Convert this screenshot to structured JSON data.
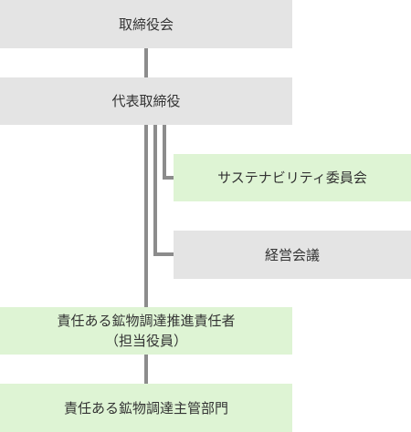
{
  "org_chart": {
    "board": "取締役会",
    "president": "代表取締役",
    "sustainability_committee": "サステナビリティ委員会",
    "management_meeting": "経営会議",
    "responsible_officer_line1": "責任ある鉱物調達推進責任者",
    "responsible_officer_line2": "（担当役員）",
    "responsible_department": "責任ある鉱物調達主管部門"
  },
  "colors": {
    "executive_box": "#e4e4e4",
    "responsible_box": "#def4d4",
    "connector": "#8c8c8c"
  }
}
